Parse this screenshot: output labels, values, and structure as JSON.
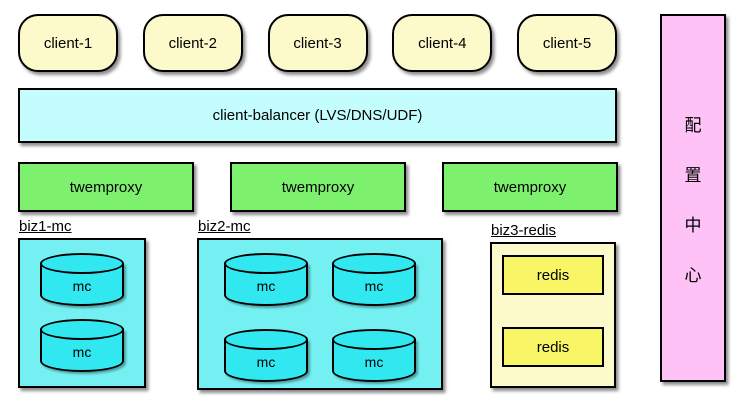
{
  "clients": [
    "client-1",
    "client-2",
    "client-3",
    "client-4",
    "client-5"
  ],
  "balancer": {
    "label": "client-balancer (LVS/DNS/UDF)"
  },
  "proxies": [
    "twemproxy",
    "twemproxy",
    "twemproxy"
  ],
  "groups": [
    {
      "name": "biz1-mc",
      "type": "mc",
      "layout": "column",
      "nodes": [
        "mc",
        "mc"
      ]
    },
    {
      "name": "biz2-mc",
      "type": "mc",
      "layout": "grid-2x2",
      "nodes": [
        "mc",
        "mc",
        "mc",
        "mc"
      ]
    },
    {
      "name": "biz3-redis",
      "type": "redis",
      "layout": "column",
      "nodes": [
        "redis",
        "redis"
      ]
    }
  ],
  "config_center": {
    "label": "配置中心",
    "chars": [
      "配",
      "置",
      "中",
      "心"
    ]
  },
  "colors": {
    "client_fill": "#FCFACB",
    "balancer_fill": "#C4FDFD",
    "proxy_fill": "#7DF06E",
    "mc_group_fill": "#74F0F2",
    "mc_cylinder_fill": "#31E8F1",
    "redis_group_fill": "#FCFACB",
    "redis_fill": "#F8F566",
    "config_fill": "#FEC2F6",
    "border": "#000000"
  }
}
